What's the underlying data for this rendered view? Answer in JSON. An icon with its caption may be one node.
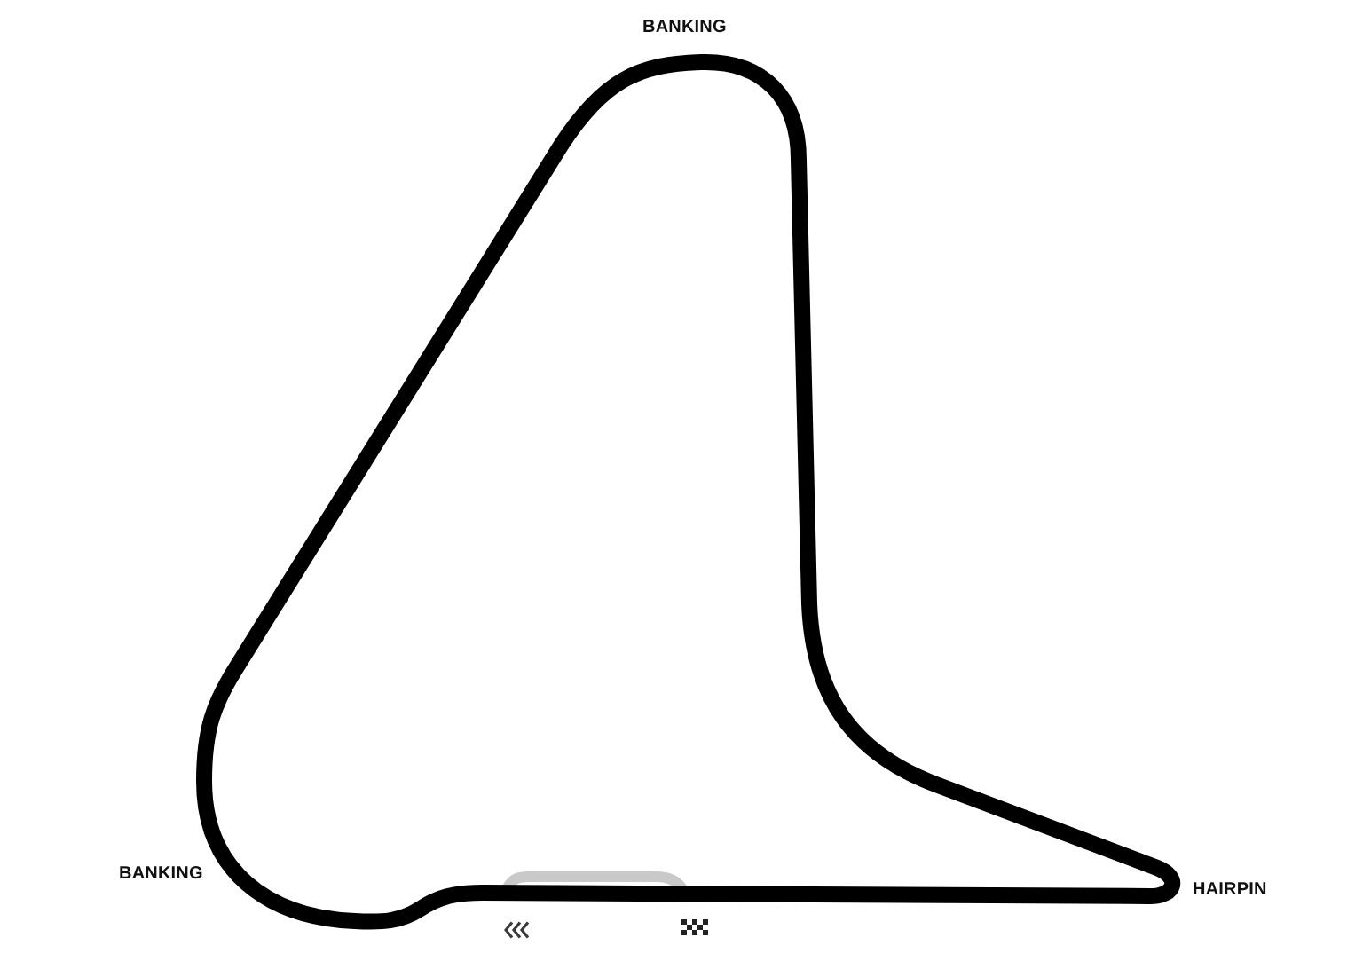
{
  "diagram": {
    "labels": [
      "BANKING",
      "BANKING",
      "HAIRPIN"
    ]
  }
}
